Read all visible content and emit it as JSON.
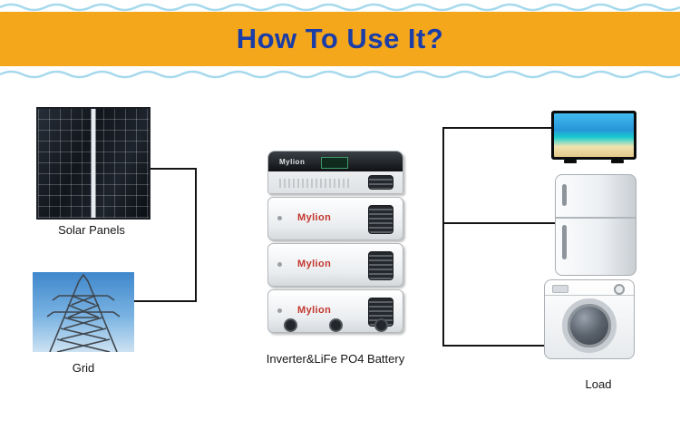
{
  "banner": {
    "title": "How To Use It?"
  },
  "colors": {
    "banner_bg": "#F4A71A",
    "title_text": "#1B3DA8",
    "wave_accent": "#A6D9EC",
    "connector_line": "#141414",
    "brand_red": "#C2372E"
  },
  "diagram": {
    "solar": {
      "label": "Solar Panels"
    },
    "grid": {
      "label": "Grid"
    },
    "battery": {
      "label": "Inverter&LiFe PO4 Battery",
      "brand": "Mylion"
    },
    "load": {
      "label": "Load",
      "appliances": [
        "tv",
        "refrigerator",
        "washing-machine"
      ]
    }
  }
}
